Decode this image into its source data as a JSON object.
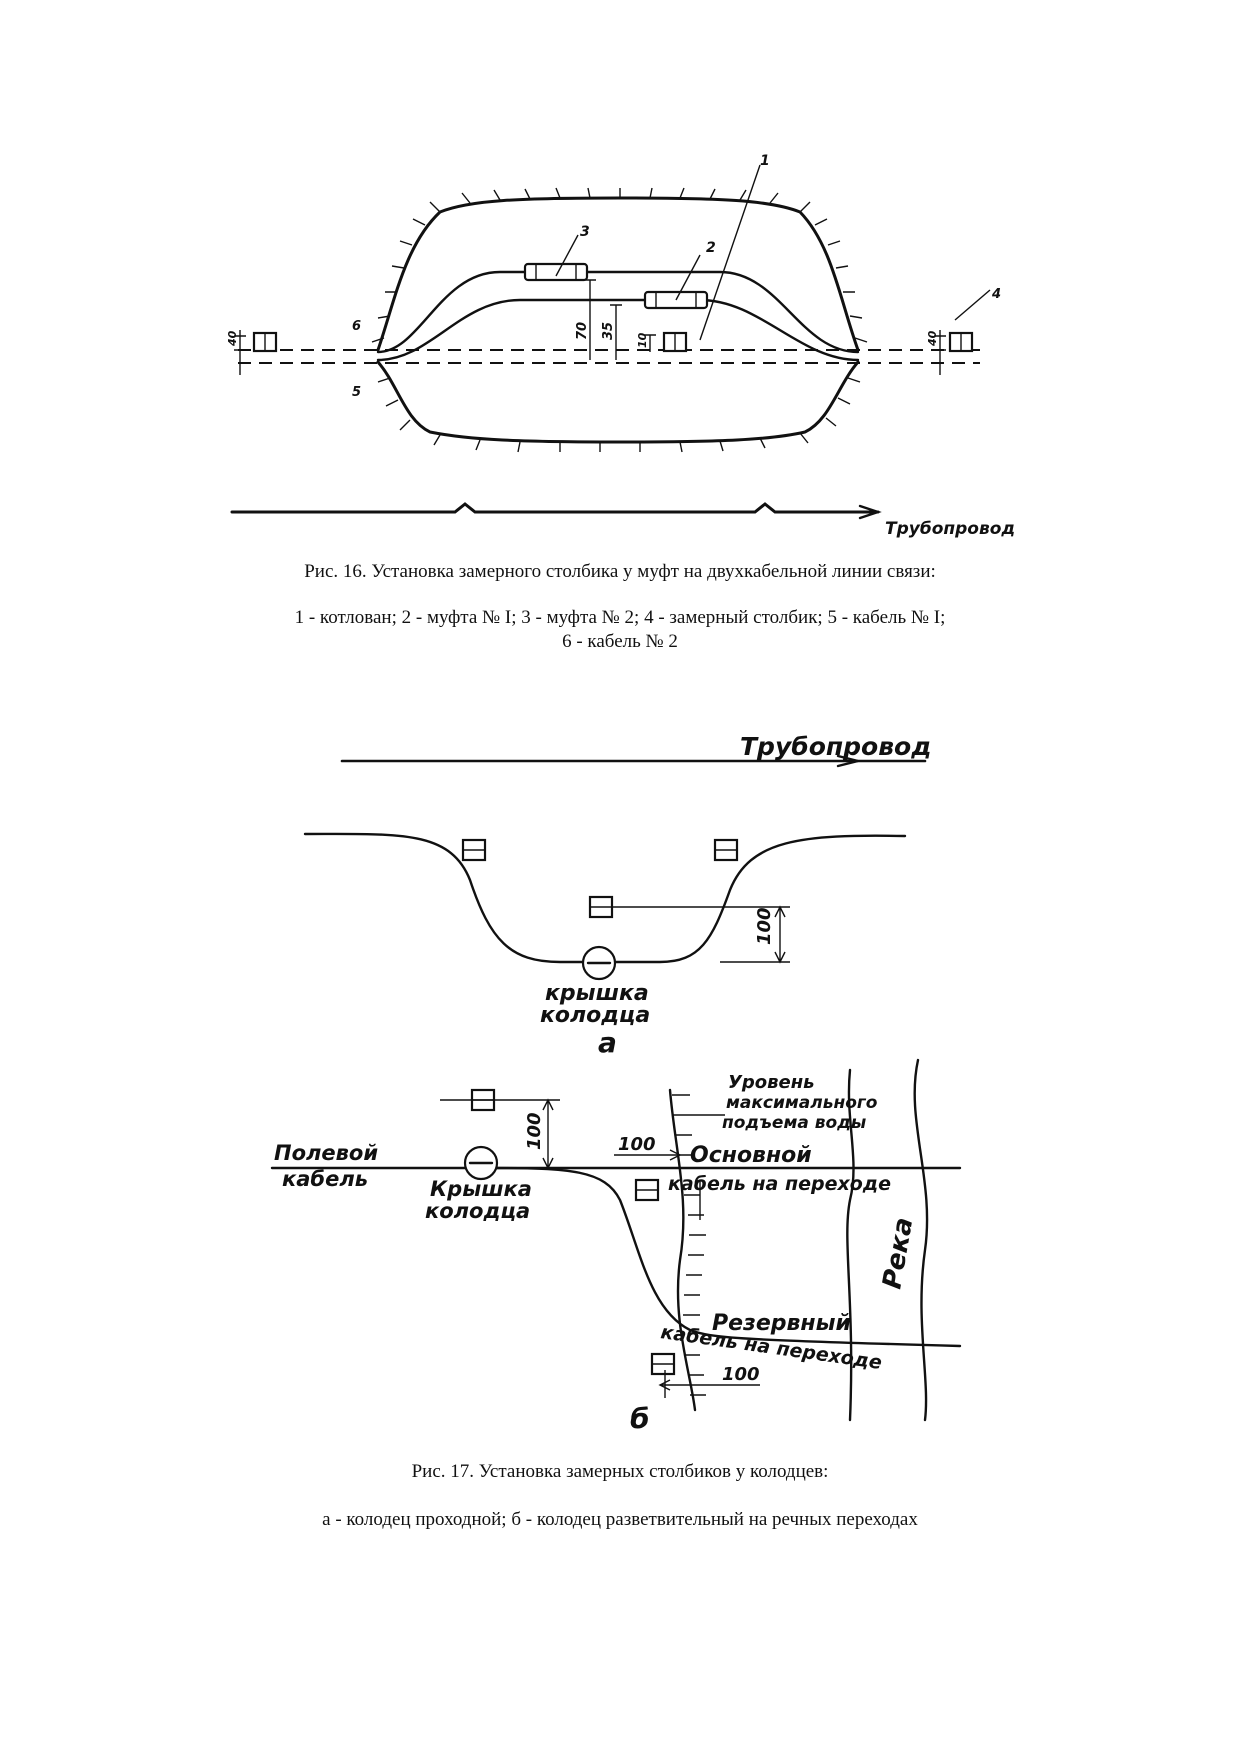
{
  "figure16": {
    "labels": {
      "n1": "1",
      "n2": "2",
      "n3": "3",
      "n4": "4",
      "n5": "5",
      "n6": "6",
      "dim40_left": "40",
      "dim70": "70",
      "dim35": "35",
      "dim10": "10",
      "dim40_right": "40",
      "pipeline": "Трубопровод"
    },
    "caption": "Рис. 16. Установка замерного столбика у муфт на двухкабельной линии связи:",
    "legend_line1": "1 - котлован; 2 - муфта № I; 3 - муфта № 2; 4 - замерный столбик; 5 - кабель № I;",
    "legend_line2": "6 - кабель № 2"
  },
  "figure17": {
    "a": {
      "pipeline": "Трубопровод",
      "dim100": "100",
      "well_cover_1": "крышка",
      "well_cover_2": "колодца",
      "sub_label": "а"
    },
    "b": {
      "field_cable_1": "Полевой",
      "field_cable_2": "кабель",
      "dim100_vertical": "100",
      "dim100_main": "100",
      "dim100_reserve": "100",
      "well_cover_1": "Крышка",
      "well_cover_2": "колодца",
      "water_level_1": "Уровень",
      "water_level_2": "максимального",
      "water_level_3": "подъема воды",
      "main_cable_1": "Основной",
      "main_cable_2": "кабель на переходе",
      "reserve_cable_1": "Резервный",
      "reserve_cable_2": "кабель на переходе",
      "river": "Река",
      "sub_label": "б"
    },
    "caption": "Рис. 17. Установка замерных столбиков у колодцев:",
    "legend": "а - колодец проходной; б - колодец разветвительный на речных переходах"
  }
}
